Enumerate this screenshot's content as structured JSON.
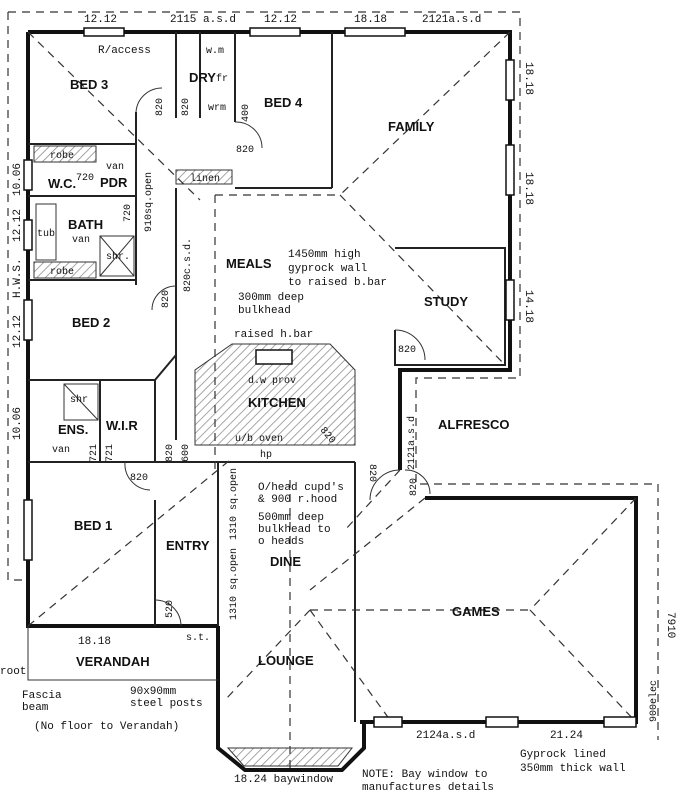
{
  "plan": {
    "rooms": {
      "bed3": "BED 3",
      "bed4": "BED 4",
      "family": "FAMILY",
      "dry": "DRY",
      "wc": "W.C.",
      "pdr": "PDR",
      "bath": "BATH",
      "meals": "MEALS",
      "study": "STUDY",
      "bed2": "BED 2",
      "kitchen": "KITCHEN",
      "alfresco": "ALFRESCO",
      "ens": "ENS.",
      "wir": "W.I.R",
      "bed1": "BED 1",
      "entry": "ENTRY",
      "dine": "DINE",
      "games": "GAMES",
      "lounge": "LOUNGE",
      "verandah": "VERANDAH"
    },
    "fixtures": {
      "wm": "w.m",
      "fr": "fr",
      "wrm": "wrm",
      "robe_top": "robe",
      "robe_bottom": "robe",
      "van_pdr": "van",
      "van_bath": "van",
      "van_ens": "van",
      "tub": "tub",
      "shr_bath": "shr.",
      "shr_ens": "shr",
      "linen": "linen",
      "dw": "d.w prov",
      "uvb": "u/b oven",
      "hp": "hp",
      "st": "s.t."
    },
    "notes": {
      "r_access": "R/access",
      "wall_note_1": "1450mm high",
      "wall_note_2": "gyprock wall",
      "wall_note_3": "to raised b.bar",
      "bulkhead_1": "300mm deep",
      "bulkhead_2": "bulkhead",
      "raised_bar": "raised h.bar",
      "ohead_1": "O/head cupd's",
      "ohead_2": "& 900 r.hood",
      "bulk500_1": "500mm deep",
      "bulk500_2": "bulkhead to",
      "bulk500_3": "o heads",
      "fascia_1": "Fascia",
      "fascia_2": "beam",
      "posts_1": "90x90mm",
      "posts_2": "steel posts",
      "no_floor": "(No floor to Verandah)",
      "bay_note_1": "NOTE: Bay window to",
      "bay_note_2": "manufactures details",
      "gyprock_1": "Gyprock lined",
      "gyprock_2": "350mm thick wall",
      "root": "root",
      "sq_open_910": "910sq.open",
      "csd_820": "820c.s.d.",
      "sq_open_1310a": "1310 sq.open",
      "sq_open_1310b": "1310 sq.open",
      "asd_2121": "2121a.s.d",
      "elec_900": "900elec"
    },
    "dimensions": {
      "top_1212a": "12.12",
      "top_2115": "2115 a.s.d",
      "top_1212b": "12.12",
      "top_1818": "18.18",
      "top_2121": "2121a.s.d",
      "right_1818a": "18.18",
      "right_1818b": "18.18",
      "right_1418": "14.18",
      "right_7910": "7910",
      "left_1006a": "10.06",
      "left_1212a": "12.12",
      "left_hws": "H.W.S.",
      "left_1212b": "12.12",
      "left_1006b": "10.06",
      "verandah_1818": "18.18",
      "bottom_2124asd": "2124a.s.d",
      "bottom_2124": "21.24",
      "baywindow": "18.24 baywindow"
    },
    "doors": [
      "820",
      "820",
      "820",
      "820",
      "720",
      "720",
      "820",
      "820",
      "721",
      "721",
      "820",
      "820",
      "820",
      "820",
      "820",
      "820",
      "520",
      "600"
    ]
  }
}
